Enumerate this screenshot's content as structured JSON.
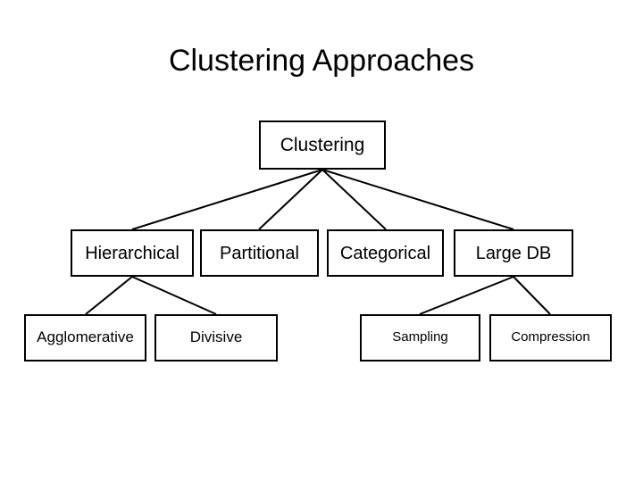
{
  "slide": {
    "title": "Clustering Approaches",
    "background_color": "#ffffff",
    "line_color": "#000000",
    "text_color": "#000000"
  },
  "diagram": {
    "type": "tree",
    "root": {
      "label": "Clustering"
    },
    "level2": [
      {
        "label": "Hierarchical"
      },
      {
        "label": "Partitional"
      },
      {
        "label": "Categorical"
      },
      {
        "label": "Large DB"
      }
    ],
    "level3": [
      {
        "label": "Agglomerative",
        "parent": "Hierarchical"
      },
      {
        "label": "Divisive",
        "parent": "Hierarchical"
      },
      {
        "label": "Sampling",
        "parent": "Large DB"
      },
      {
        "label": "Compression",
        "parent": "Large DB"
      }
    ]
  }
}
